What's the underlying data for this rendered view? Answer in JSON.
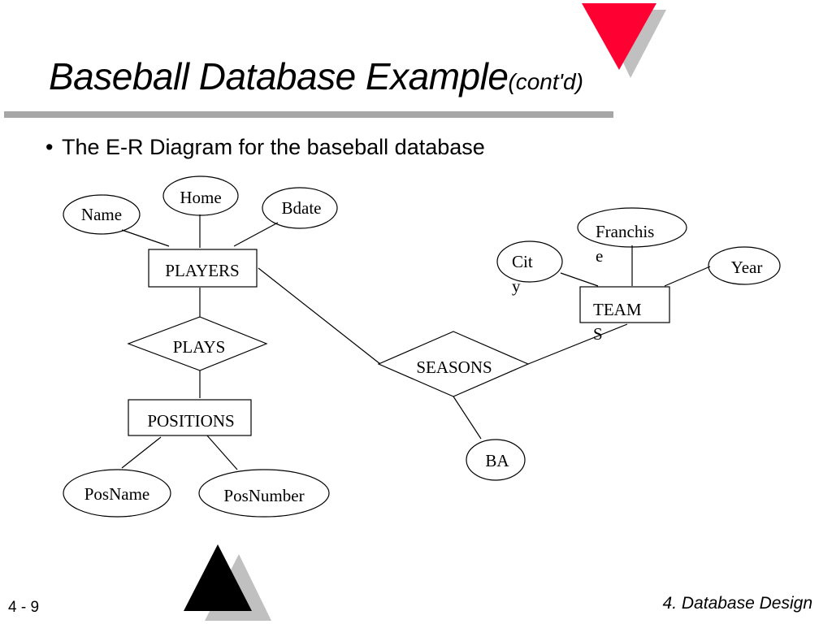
{
  "slide": {
    "title": "Baseball Database Example",
    "title_suffix": "(cont'd)",
    "bullet": "The E-R Diagram for the baseball database",
    "bullet_symbol": "•",
    "page_number": "4 - 9",
    "footer": "4. Database Design",
    "colors": {
      "accent_red": "#ff0033",
      "shadow_gray": "#c0c0c0",
      "rule_gray": "#a6a6a6",
      "black": "#000000"
    }
  },
  "diagram": {
    "entities": {
      "players": "PLAYERS",
      "positions": "POSITIONS",
      "teams": [
        "TEAM",
        "S"
      ]
    },
    "relationships": {
      "plays": "PLAYS",
      "seasons": "SEASONS"
    },
    "attributes": {
      "name": "Name",
      "home": "Home",
      "bdate": "Bdate",
      "franchise": [
        "Franchis",
        "e"
      ],
      "city": [
        "Cit",
        "y"
      ],
      "year": "Year",
      "posname": "PosName",
      "posnumber": "PosNumber",
      "ba": "BA"
    }
  }
}
